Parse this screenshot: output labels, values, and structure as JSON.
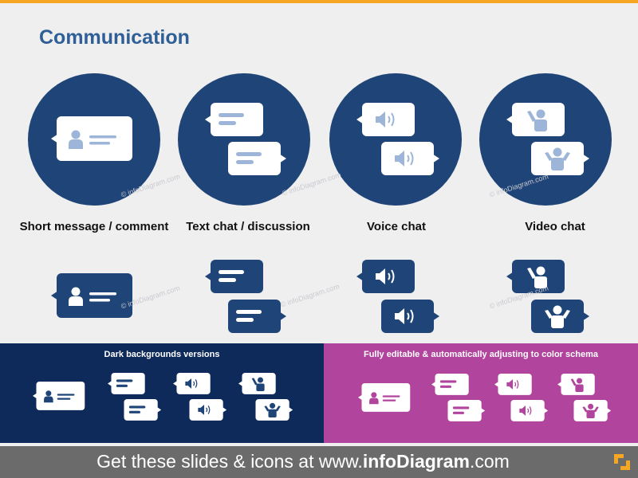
{
  "title": "Communication",
  "captions": {
    "short_message": "Short message / comment",
    "text_chat": "Text chat / discussion",
    "voice_chat": "Voice chat",
    "video_chat": "Video chat"
  },
  "panels": {
    "dark_title": "Dark backgrounds  versions",
    "color_title": "Fully editable & automatically  adjusting to color schema"
  },
  "footer": {
    "prefix": "Get these slides & icons at www.",
    "brand": "infoDiagram",
    "suffix": ".com"
  },
  "watermark": "© infoDiagram.com",
  "colors": {
    "accent": "#F5A623",
    "title": "#2F5F96",
    "circle": "#1F4477",
    "bubble_light": "#FFFFFF",
    "icon_light": "#9DB5D8",
    "dark_panel": "#0E2A5A",
    "color_panel": "#B1449C",
    "icon_magenta": "#B1449C",
    "footer": "#6B6B6B"
  }
}
